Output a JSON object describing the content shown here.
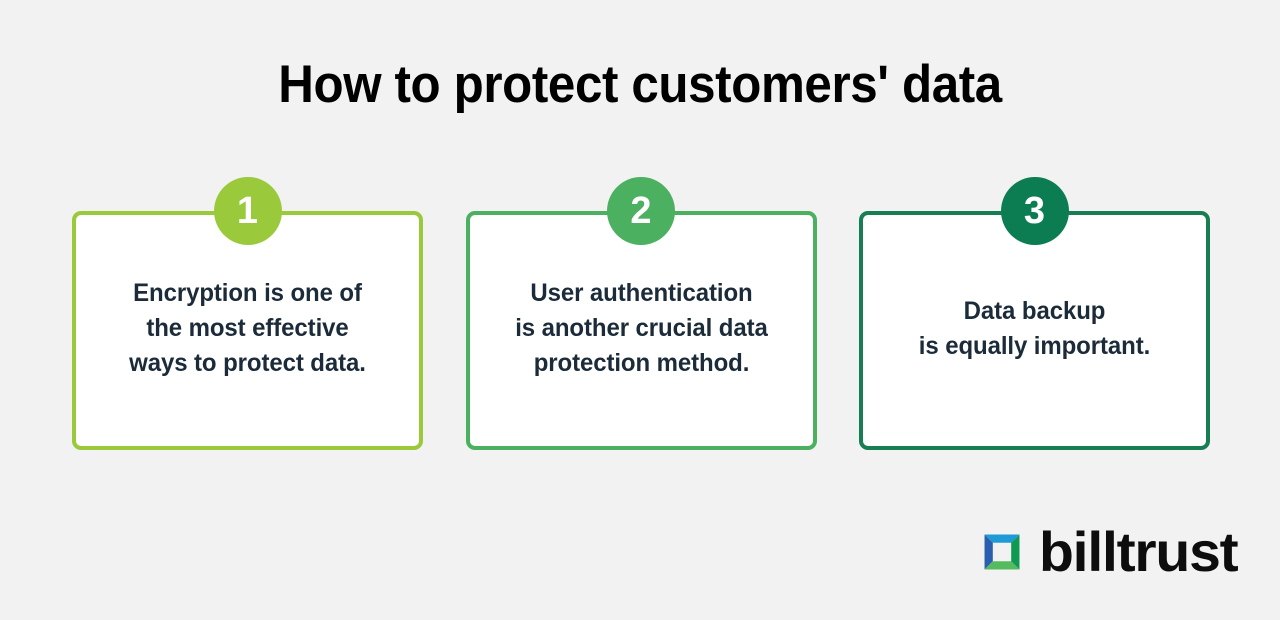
{
  "page": {
    "background_color": "#f2f2f2",
    "title": "How to protect customers' data",
    "title_color": "#000000"
  },
  "cards": [
    {
      "number": "1",
      "accent_color": "#9aca3c",
      "text": "Encryption is one of\nthe most effective\nways to protect data.",
      "text_color": "#1c2b39"
    },
    {
      "number": "2",
      "accent_color": "#4bb05f",
      "text": "User authentication\nis another crucial data\nprotection method.",
      "text_color": "#1c2b39"
    },
    {
      "number": "3",
      "accent_color": "#0c7d52",
      "text": "Data backup\nis equally important.",
      "text_color": "#1c2b39"
    }
  ],
  "logo": {
    "wordmark": "billtrust",
    "wordmark_color": "#0d0d0d",
    "mark_name": "billtrust-square-mark",
    "mark_colors": {
      "top": "#1f9ad6",
      "left": "#2b5fae",
      "bottom": "#56bb5e",
      "right": "#0f9a52"
    }
  }
}
